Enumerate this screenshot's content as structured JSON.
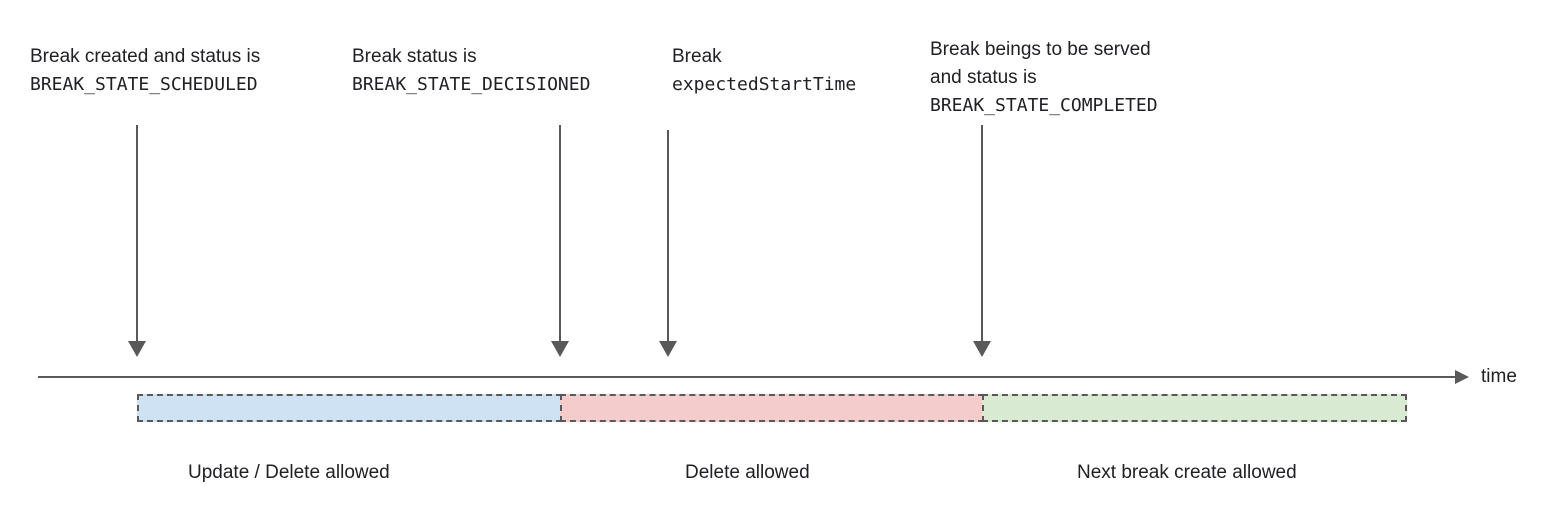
{
  "annotations": [
    {
      "line1": "Break created and status is",
      "code": "BREAK_STATE_SCHEDULED"
    },
    {
      "line1": "Break status is",
      "code": "BREAK_STATE_DECISIONED"
    },
    {
      "line1": "Break",
      "code": "expectedStartTime"
    },
    {
      "line1": "Break beings to be served",
      "line2": "and status is",
      "code": "BREAK_STATE_COMPLETED"
    }
  ],
  "timeline": {
    "axis_label": "time"
  },
  "segments": [
    {
      "label": "Update / Delete allowed",
      "fill": "#cfe2f3"
    },
    {
      "label": "Delete allowed",
      "fill": "#f4cccc"
    },
    {
      "label": "Next break create allowed",
      "fill": "#d9ead3"
    }
  ],
  "colors": {
    "arrow": "#595959",
    "segment-border": "#595959",
    "text": "#202124"
  }
}
